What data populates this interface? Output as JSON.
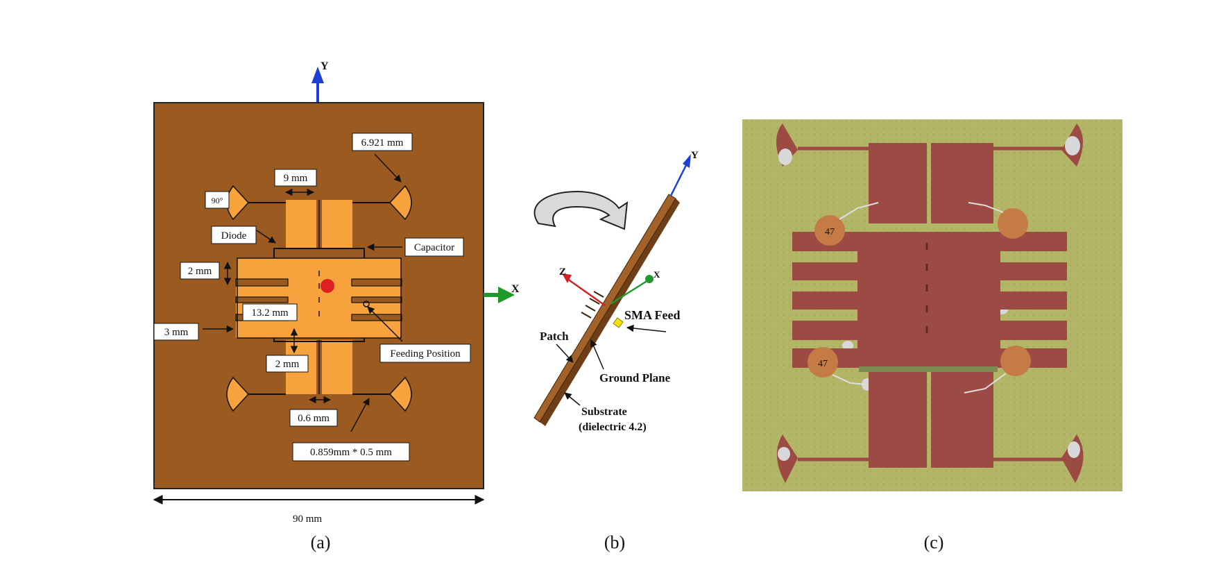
{
  "panel_a": {
    "y_axis": "Y",
    "x_axis": "X",
    "dim_patch_width": "6.921 mm",
    "dim_gap": "9 mm",
    "angle": "90°",
    "diode": "Diode",
    "capacitor": "Capacitor",
    "dim_slot_2mm": "2 mm",
    "dim_length": "13.2 mm",
    "dim_3mm": "3 mm",
    "feeding_position": "Feeding Position",
    "dim_2mm_lower": "2 mm",
    "dim_06": "0.6 mm",
    "dim_stub": "0.859mm * 0.5 mm",
    "dim_total": "90 mm",
    "caption": "(a)"
  },
  "panel_b": {
    "y_axis": "Y",
    "z_axis": "Z",
    "x_axis": "X",
    "sma_feed": "SMA Feed",
    "patch": "Patch",
    "ground_plane": "Ground Plane",
    "substrate_line1": "Substrate",
    "substrate_line2": "(dielectric 4.2)",
    "caption": "(b)"
  },
  "panel_c": {
    "cap_label": "47",
    "caption": "(c)"
  },
  "colors": {
    "substrate": "#9b5a1f",
    "patch": "#f7a23c",
    "pcb_bg": "#b3b567",
    "copper": "#9c4a44",
    "axis_blue": "#1e3fd6",
    "axis_green": "#1f9a2a",
    "axis_red": "#d62020"
  }
}
